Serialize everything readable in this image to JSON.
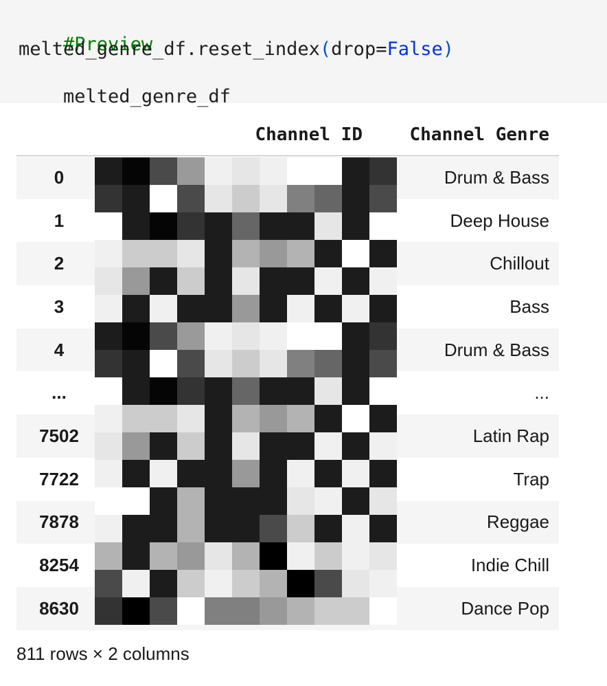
{
  "code": {
    "comment": "#Preview",
    "line2_prefix": "melted_genre_df.reset_index",
    "line2_open": "(",
    "line2_arg": "drop=",
    "line2_value": "False",
    "line2_close": ")",
    "line3": "melted_genre_df"
  },
  "table": {
    "columns": [
      "Channel ID",
      "Channel Genre"
    ],
    "rows": [
      {
        "index": "0",
        "genre": "Drum & Bass"
      },
      {
        "index": "1",
        "genre": "Deep House"
      },
      {
        "index": "2",
        "genre": "Chillout"
      },
      {
        "index": "3",
        "genre": "Bass"
      },
      {
        "index": "4",
        "genre": "Drum & Bass"
      },
      {
        "index": "...",
        "genre": "..."
      },
      {
        "index": "7502",
        "genre": "Latin Rap"
      },
      {
        "index": "7722",
        "genre": "Trap"
      },
      {
        "index": "7878",
        "genre": "Reggae"
      },
      {
        "index": "8254",
        "genre": "Indie Chill"
      },
      {
        "index": "8630",
        "genre": "Dance Pop"
      }
    ],
    "redacted_cell_label": "Channel ID values obscured by pixelation mosaic"
  },
  "footer": "811 rows × 2 columns",
  "mosaic_colors": [
    "#1c1c1c",
    "#050505",
    "#4a4a4a",
    "#9a9a9a",
    "#f0f0f0",
    "#e6e6e6",
    "#f0f0f0",
    "#ffffff",
    "#ffffff",
    "#1c1c1c",
    "#333333",
    "#333333",
    "#1c1c1c",
    "#ffffff",
    "#4a4a4a",
    "#e6e6e6",
    "#cccccc",
    "#e6e6e6",
    "#808080",
    "#666666",
    "#1c1c1c",
    "#4a4a4a",
    "#ffffff",
    "#1c1c1c",
    "#050505",
    "#333333",
    "#1c1c1c",
    "#666666",
    "#1c1c1c",
    "#1c1c1c",
    "#e6e6e6",
    "#1c1c1c",
    "#ffffff",
    "#f0f0f0",
    "#cccccc",
    "#cccccc",
    "#e6e6e6",
    "#1c1c1c",
    "#b3b3b3",
    "#999999",
    "#b3b3b3",
    "#1c1c1c",
    "#ffffff",
    "#1c1c1c",
    "#e6e6e6",
    "#999999",
    "#1c1c1c",
    "#cccccc",
    "#1c1c1c",
    "#e6e6e6",
    "#1c1c1c",
    "#1c1c1c",
    "#f0f0f0",
    "#1c1c1c",
    "#f0f0f0",
    "#f0f0f0",
    "#1c1c1c",
    "#f0f0f0",
    "#1c1c1c",
    "#1c1c1c",
    "#999999",
    "#1c1c1c",
    "#f0f0f0",
    "#1c1c1c",
    "#f0f0f0",
    "#1c1c1c",
    "#1c1c1c",
    "#050505",
    "#4a4a4a",
    "#9a9a9a",
    "#f0f0f0",
    "#e6e6e6",
    "#f0f0f0",
    "#ffffff",
    "#ffffff",
    "#1c1c1c",
    "#333333",
    "#333333",
    "#1c1c1c",
    "#ffffff",
    "#4a4a4a",
    "#e6e6e6",
    "#cccccc",
    "#e6e6e6",
    "#808080",
    "#666666",
    "#1c1c1c",
    "#4a4a4a",
    "#ffffff",
    "#1c1c1c",
    "#050505",
    "#333333",
    "#1c1c1c",
    "#666666",
    "#1c1c1c",
    "#1c1c1c",
    "#e6e6e6",
    "#1c1c1c",
    "#ffffff",
    "#f0f0f0",
    "#cccccc",
    "#cccccc",
    "#e6e6e6",
    "#1c1c1c",
    "#b3b3b3",
    "#999999",
    "#b3b3b3",
    "#1c1c1c",
    "#ffffff",
    "#1c1c1c",
    "#e6e6e6",
    "#999999",
    "#1c1c1c",
    "#cccccc",
    "#1c1c1c",
    "#e6e6e6",
    "#1c1c1c",
    "#1c1c1c",
    "#f0f0f0",
    "#1c1c1c",
    "#f0f0f0",
    "#f0f0f0",
    "#1c1c1c",
    "#f0f0f0",
    "#1c1c1c",
    "#1c1c1c",
    "#999999",
    "#1c1c1c",
    "#f0f0f0",
    "#1c1c1c",
    "#f0f0f0",
    "#1c1c1c",
    "#ffffff",
    "#ffffff",
    "#1c1c1c",
    "#b3b3b3",
    "#1c1c1c",
    "#1c1c1c",
    "#1c1c1c",
    "#e6e6e6",
    "#f0f0f0",
    "#1c1c1c",
    "#e6e6e6",
    "#f0f0f0",
    "#1c1c1c",
    "#1c1c1c",
    "#b3b3b3",
    "#1c1c1c",
    "#1c1c1c",
    "#4a4a4a",
    "#cccccc",
    "#1c1c1c",
    "#f0f0f0",
    "#1c1c1c",
    "#b3b3b3",
    "#1c1c1c",
    "#b3b3b3",
    "#999999",
    "#e6e6e6",
    "#b3b3b3",
    "#000000",
    "#f0f0f0",
    "#cccccc",
    "#f0f0f0",
    "#e6e6e6",
    "#4a4a4a",
    "#f0f0f0",
    "#1c1c1c",
    "#cccccc",
    "#f0f0f0",
    "#cccccc",
    "#b3b3b3",
    "#000000",
    "#4a4a4a",
    "#e6e6e6",
    "#f0f0f0",
    "#333333",
    "#000000",
    "#4a4a4a",
    "#ffffff",
    "#808080",
    "#808080",
    "#999999",
    "#b3b3b3",
    "#cccccc",
    "#cccccc",
    "#ffffff"
  ]
}
